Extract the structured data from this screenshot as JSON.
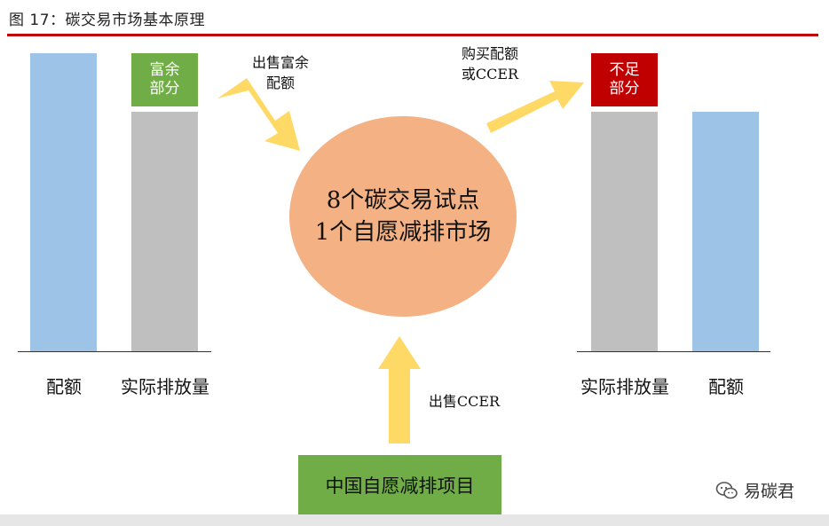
{
  "title": "图 17：碳交易市场基本原理",
  "left_group": {
    "allowance_caption": "配额",
    "emission_caption": "实际排放量",
    "surplus_label": "富余\n部分"
  },
  "right_group": {
    "emission_caption": "实际排放量",
    "allowance_caption": "配额",
    "shortfall_label": "不足\n部分"
  },
  "flows": {
    "sell_surplus": "出售富余\n配额",
    "buy_allowance": "购买配额\n或CCER",
    "sell_ccer": "出售CCER"
  },
  "center": {
    "line1": "8个碳交易试点",
    "line2": "1个自愿减排市场"
  },
  "project": {
    "label": "中国自愿减排项目"
  },
  "watermark": {
    "text": "易碳君",
    "icon": "wechat-icon"
  },
  "colors": {
    "accent_red": "#c00000",
    "allowance_blue": "#9dc3e6",
    "emission_gray": "#bfbfbf",
    "surplus_green": "#70ad47",
    "circle_orange": "#f4b183",
    "arrow_yellow": "#ffd966"
  }
}
